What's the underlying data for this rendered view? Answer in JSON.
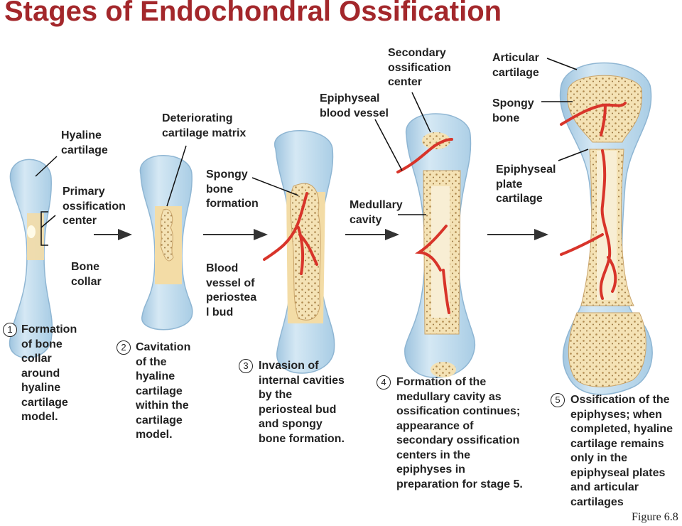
{
  "title": "Stages of Endochondral Ossification",
  "figure_label": "Figure 6.8",
  "labels": {
    "hyaline_cartilage": "Hyaline\ncartilage",
    "primary_center": "Primary\nossification\ncenter",
    "bone_collar": "Bone\ncollar",
    "deteriorating_matrix": "Deteriorating\ncartilage matrix",
    "spongy_formation": "Spongy\nbone\nformation",
    "blood_vessel_bud": "Blood\nvessel of\nperiostea\nl bud",
    "epiphyseal_vessel": "Epiphyseal\nblood vessel",
    "secondary_center": "Secondary\nossification\ncenter",
    "medullary_cavity": "Medullary\ncavity",
    "articular_cartilage": "Articular\ncartilage",
    "spongy_bone": "Spongy\nbone",
    "epiphyseal_plate": "Epiphyseal\nplate\ncartilage"
  },
  "stages": [
    {
      "number": "1",
      "text": "Formation\nof bone\ncollar\naround\nhyaline\ncartilage\nmodel."
    },
    {
      "number": "2",
      "text": "Cavitation\nof the\nhyaline\ncartilage\nwithin the\ncartilage\nmodel."
    },
    {
      "number": "3",
      "text": "Invasion of\ninternal cavities\nby the\nperiosteal bud\nand spongy\nbone formation."
    },
    {
      "number": "4",
      "text": "Formation of the\nmedullary cavity as\nossification continues;\nappearance of\nsecondary ossification\ncenters in the\nepiphyses in\npreparation for stage 5."
    },
    {
      "number": "5",
      "text": "Ossification of the\nepiphyses; when\ncompleted, hyaline\ncartilage remains\nonly in the\nepiphyseal plates\nand articular\ncartilages"
    }
  ],
  "colors": {
    "title": "#a3272b",
    "cartilage": "#bcd9ec",
    "bone_collar": "#f3dca6",
    "spongy": "#f6e6bf",
    "vessel": "#d8342a",
    "arrow": "#333333"
  }
}
